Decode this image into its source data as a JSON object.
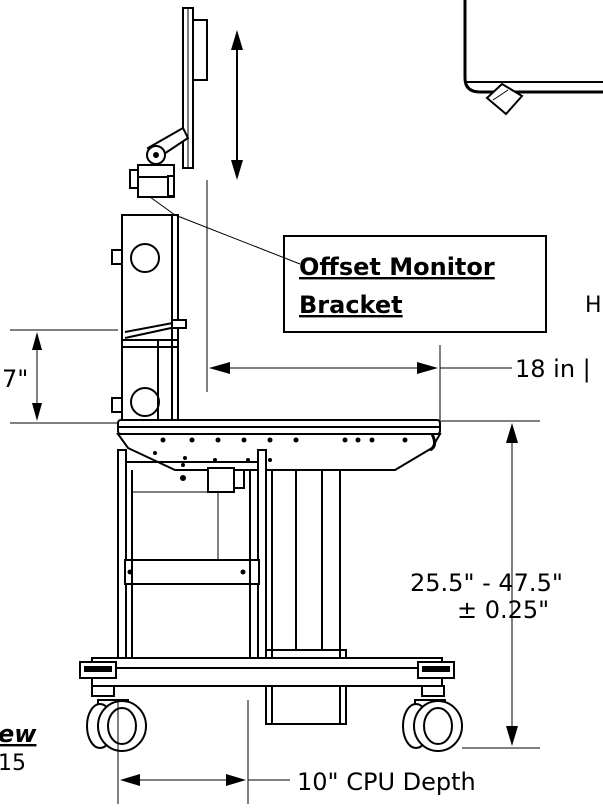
{
  "labels": {
    "callout_line1": "Offset Monitor",
    "callout_line2": "Bracket",
    "dim_7": "7\"",
    "dim_18": "18 in |",
    "dim_height_range": "25.5\" - 47.5\"",
    "dim_height_tol": "± 0.25\"",
    "dim_cpu_depth": "10\" CPU Depth",
    "partial_letter_H": "H",
    "partial_view": "ew",
    "partial_num": "15"
  }
}
